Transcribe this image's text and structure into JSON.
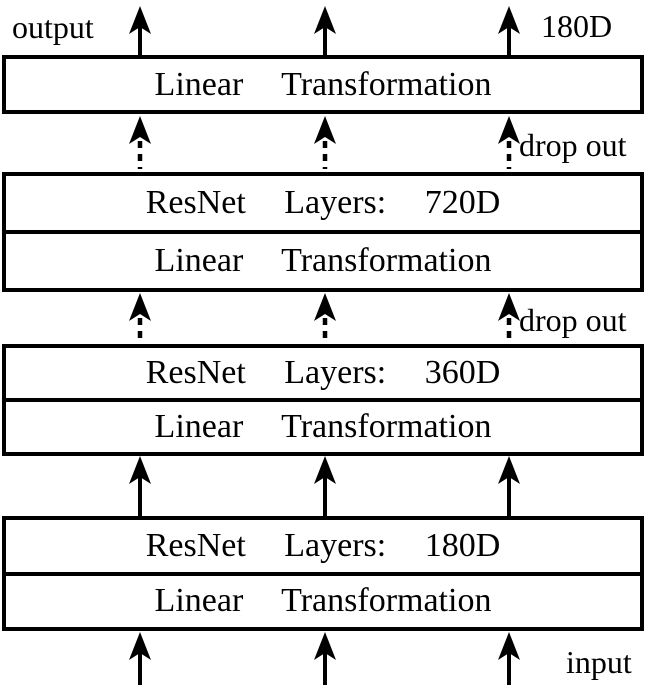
{
  "colors": {
    "ink": "#000000",
    "paper": "#ffffff"
  },
  "labels": {
    "output": "output",
    "output_dim": "180D",
    "dropout_upper": "drop out",
    "dropout_lower": "drop out",
    "input": "input"
  },
  "blocks": {
    "output_linear": {
      "linear": "Linear Transformation"
    },
    "block_720": {
      "resnet": "ResNet Layers: 720D",
      "linear": "Linear Transformation"
    },
    "block_360": {
      "resnet": "ResNet Layers: 360D",
      "linear": "Linear Transformation"
    },
    "block_180": {
      "resnet": "ResNet Layers: 180D",
      "linear": "Linear Transformation"
    }
  }
}
